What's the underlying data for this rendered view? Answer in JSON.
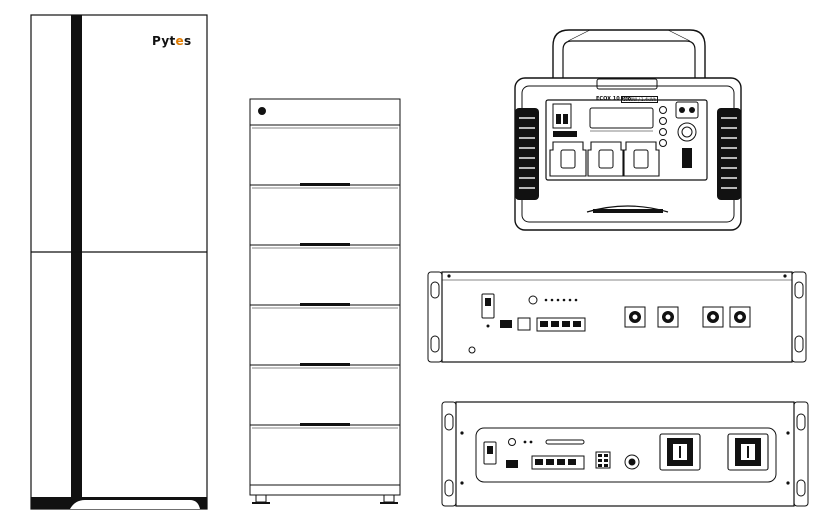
{
  "cabinet": {
    "brand_prefix": "Pyt",
    "brand_accent": "e",
    "brand_suffix": "s",
    "accent_color": "#e07b00"
  },
  "portable": {
    "model": "ECOX 10 Pro",
    "spec": "1000W / 1.4kWh"
  },
  "colors": {
    "line": "#111111",
    "background": "#ffffff"
  }
}
